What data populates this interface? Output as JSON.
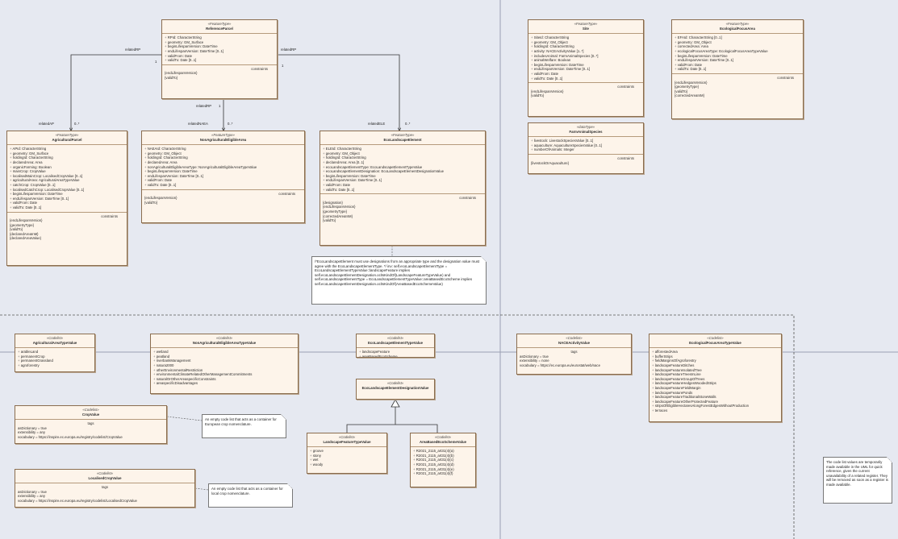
{
  "colors": {
    "background": "#e6e9f1",
    "box_fill": "#fdf4ea",
    "box_border": "#8a6d4f",
    "line": "#333333"
  },
  "boxes": {
    "referenceParcel": {
      "stereo": "«FeatureType»",
      "name": "ReferenceParcel",
      "attrs": [
        "RPId: CharacterString",
        "geometry: GM_Surface",
        "beginLifespanVersion: DateTime",
        "endLifespanVersion: DateTime [0..1]",
        "validFrom: Date",
        "validTo: Date [0..1]"
      ],
      "cap": "constraints",
      "cons": [
        "{endLifespanVersion}",
        "{validTo}"
      ]
    },
    "agriculturalParcel": {
      "stereo": "«FeatureType»",
      "name": "AgriculturalParcel",
      "attrs": [
        "APId: CharacterString",
        "geometry: GM_Surface",
        "holdingId: CharacterString",
        "declaredArea: Area",
        "organicFarming: Boolean",
        "mainCrop: CropValue",
        "localisedMainCrop: LocalisedCropValue [0..1]",
        "agriculturalArea: AgriculturalAreaTypeValue",
        "catchCrop: CropValue [0..1]",
        "localisedCatchCrop: LocalisedCropValue [0..1]",
        "beginLifespanVersion: DateTime",
        "endLifespanVersion: DateTime [0..1]",
        "validFrom: Date",
        "validTo: Date [0..1]"
      ],
      "cap": "constraints",
      "cons": [
        "{endLifespanVersion}",
        "{geometryType}",
        "{validTo}",
        "{declaredAreaInM}",
        "{declaredAreaValue}"
      ]
    },
    "nonAgri": {
      "stereo": "«FeatureType»",
      "name": "NonAgriculturalEligibleArea",
      "attrs": [
        "NAEAId: CharacterString",
        "geometry: GM_Object",
        "holdingId: CharacterString",
        "declaredArea: Area",
        "nonAgriculturalEligibleAreaType: NonAgriculturalEligibleAreaTypeValue",
        "beginLifespanVersion: DateTime",
        "endLifespanVersion: DateTime [0..1]",
        "validFrom: Date",
        "validTo: Date [0..1]"
      ],
      "cap": "constraints",
      "cons": [
        "{endLifespanVersion}",
        "{validTo}"
      ]
    },
    "ecoLandscape": {
      "stereo": "«FeatureType»",
      "name": "EcoLandscapeElement",
      "attrs": [
        "ELEId: CharacterString",
        "geometry: GM_Object",
        "holdingId: CharacterString",
        "declaredArea: Area [0..1]",
        "ecoLandscapeElementType: EcoLandscapeElementTypeValue",
        "ecoLandscapeElementDesignation: EcoLandscapeElementDesignationValue",
        "beginLifespanVersion: DateTime",
        "endLifespanVersion: DateTime [0..1]",
        "validFrom: Date",
        "validTo: Date [0..1]"
      ],
      "cap": "constraints",
      "cons": [
        "{designation}",
        "{endLifespanVersion}",
        "{geometryType}",
        "{correctedAreaInM}",
        "{validTo}"
      ]
    },
    "site": {
      "stereo": "«FeatureType»",
      "name": "Site",
      "attrs": [
        "SiteId: CharacterString",
        "geometry: GM_Object",
        "holdingId: CharacterString",
        "activity: NACEActivityValue [1..*]",
        "includesAnimal: FarmAnimalSpecies [0..*]",
        "animalWelfare: Boolean",
        "beginLifespanVersion: DateTime",
        "endLifespanVersion: DateTime [0..1]",
        "validFrom: Date",
        "validTo: Date [0..1]"
      ],
      "cap": "constraints",
      "cons": [
        "{endLifespanVersion}",
        "{validTo}"
      ]
    },
    "farmAnimal": {
      "stereo": "«dataType»",
      "name": "FarmAnimalSpecies",
      "attrs": [
        "livestock: LivestockSpeciesValue [0..1]",
        "aquaculture: AquacultureSpeciesValue [0..1]",
        "numberOfAnimals: Integer"
      ],
      "cap": "constraints",
      "cons": [
        "{livestockOrAquaculture}"
      ]
    },
    "ecoFocus": {
      "stereo": "«FeatureType»",
      "name": "EcologicalFocusArea",
      "attrs": [
        "EFAId: CharacterString [0..1]",
        "geometry: GM_Object",
        "correctedArea: Area",
        "ecologicalFocusAreaType: EcologicalFocusAreaTypeValue",
        "beginLifespanVersion: DateTime",
        "endLifespanVersion: DateTime [0..1]",
        "validFrom: Date",
        "validTo: Date [0..1]"
      ],
      "cap": "constraints",
      "cons": [
        "{endLifespanVersion}",
        "{geometryType}",
        "{validTo}",
        "{correctedAreaInM}"
      ]
    },
    "agriAreaType": {
      "stereo": "«Codelist»",
      "name": "AgriculturalAreaTypeValue",
      "attrs": [
        "arableLand",
        "permanentCrop",
        "permanentGrassland",
        "agroforestry"
      ]
    },
    "nonAgriAreaType": {
      "stereo": "«Codelist»",
      "name": "NonAgriculturalEligibleAreaTypeValue",
      "attrs": [
        "wetland",
        "peatland",
        "riverbankManagement",
        "natura2000",
        "otherEnvironmentalRestriction",
        "environmentalClimateRelatedOtherManagementCommitments",
        "naturalOrOtherAreaspecificConstraints",
        "areaspecificDisadvantages"
      ]
    },
    "ecoElemType": {
      "stereo": "«Codelist»",
      "name": "EcoLandscapeElementTypeValue",
      "attrs": [
        "landscapeFeature",
        "areaBasedEcoScheme"
      ]
    },
    "ecoElemDesig": {
      "stereo": "«Codelist»",
      "name": "EcoLandscapeElementDesignationValue"
    },
    "landscapeFeature": {
      "stereo": "«Codelist»",
      "name": "LandscapeFeatureTypeValue",
      "attrs": [
        "groove",
        "stony",
        "wet",
        "woody"
      ]
    },
    "areaBased": {
      "stereo": "«Codelist»",
      "name": "AreaBasedEcoSchemeValue",
      "attrs": [
        "R2021_2115_art31(4)(a)",
        "R2021_2115_art31(4)(b)",
        "R2021_2115_art31(4)(c)",
        "R2021_2115_art31(4)(d)",
        "R2021_2115_art31(4)(e)",
        "R2021_2115_art31(4)(f)"
      ]
    },
    "cropValue": {
      "stereo": "«Codelist»",
      "name": "CropValue",
      "cap": "tags",
      "tags": [
        "asDictionary = true",
        "extensibility = any",
        "vocabulary = https://inspire.ec.europa.eu/registry/codelist/CropValue"
      ]
    },
    "localisedCrop": {
      "stereo": "«Codelist»",
      "name": "LocalisedCropValue",
      "cap": "tags",
      "tags": [
        "asDictionary = true",
        "extensibility = any",
        "vocabulary = https://inspire.ec.europa.eu/registry/codelist/LocalisedCropValue"
      ]
    },
    "nace": {
      "stereo": "«Codelist»",
      "name": "NACEActivityValue",
      "cap": "tags",
      "tags": [
        "asDictionary = true",
        "extensibility = none",
        "vocabulary = https://ec.europa.eu/eurostat/web/nace"
      ]
    },
    "ecoFocusType": {
      "stereo": "«Codelist»",
      "name": "EcologicalFocusAreaTypeValue",
      "attrs": [
        "afforestedArea",
        "bufferStrips",
        "fieldMarginsOfAgroforestry",
        "landscapeFeatureDitches",
        "landscapeFeatureIsolatedTree",
        "landscapeFeatureTreesInLine",
        "landscapeFeatureGroupOfTrees",
        "landscapeFeatureHedgesWoodedStrips",
        "landscapeFeatureFieldMargin",
        "landscapeFeaturePonds",
        "landscapeFeatureTraditionalStoneWalls",
        "landscapeFeatureOtherProtectedFeature",
        "stripsOfEligibleHectaresAlongForestEdgesWithoutProduction",
        "terraces"
      ]
    }
  },
  "notes": {
    "ocl": "/*EcoLandscapeElement must use designations from an appropriate type and the designation value must agree with the EcoLandscapeElementType. */ inv: self.ecoLandscapeElementType = EcoLandscapeElementTypeValue::landscapeFeature implies self.ecoLandscapeElementDesignation.oclIsKindOf(LandscapeFeatureTypeValue) and self.ecoLandscapeElementType = EcoLandscapeElementTypeValue::areaBasedEcoScheme implies self.ecoLandscapeElementDesignation.oclIsKindOf(AreaBasedEcoSchemeValue)",
    "crop": "An empty code list that acts as a container for European crop nomenclature.",
    "localised": "An empty code list that acts as a container for local crop nomenclature.",
    "codelists": "The code list values are temporarily made available in the UML for quick reference, given the current unavailability of a related register. They will be removed as soon as a register is made available."
  },
  "labels": {
    "relatedRP_left": "relatedRP",
    "relatedRP_right": "relatedRP",
    "relatedRP_mid": "relatedRP",
    "relatedAP": "relatedAP",
    "relatedNAEA": "relatedNAEA",
    "relatedELE": "relatedELE",
    "mult_one": "1",
    "mult_many": "0..*"
  }
}
